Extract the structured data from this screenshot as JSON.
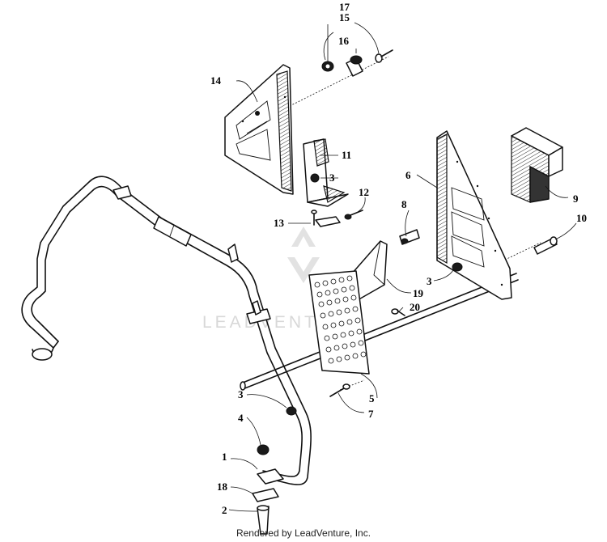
{
  "callouts": [
    {
      "id": "1",
      "text": "1"
    },
    {
      "id": "2",
      "text": "2"
    },
    {
      "id": "3a",
      "text": "3"
    },
    {
      "id": "3b",
      "text": "3"
    },
    {
      "id": "3c",
      "text": "3"
    },
    {
      "id": "4",
      "text": "4"
    },
    {
      "id": "5",
      "text": "5"
    },
    {
      "id": "6",
      "text": "6"
    },
    {
      "id": "7",
      "text": "7"
    },
    {
      "id": "8",
      "text": "8"
    },
    {
      "id": "9",
      "text": "9"
    },
    {
      "id": "10",
      "text": "10"
    },
    {
      "id": "11",
      "text": "11"
    },
    {
      "id": "12",
      "text": "12"
    },
    {
      "id": "13",
      "text": "13"
    },
    {
      "id": "14",
      "text": "14"
    },
    {
      "id": "15",
      "text": "15"
    },
    {
      "id": "16",
      "text": "16"
    },
    {
      "id": "17",
      "text": "17"
    },
    {
      "id": "18",
      "text": "18"
    },
    {
      "id": "19",
      "text": "19"
    },
    {
      "id": "20",
      "text": "20"
    }
  ],
  "watermark": {
    "text": "LEADVENTURE",
    "color": "#d8d8d8"
  },
  "footer": {
    "text": "Rendered by LeadVenture, Inc."
  }
}
